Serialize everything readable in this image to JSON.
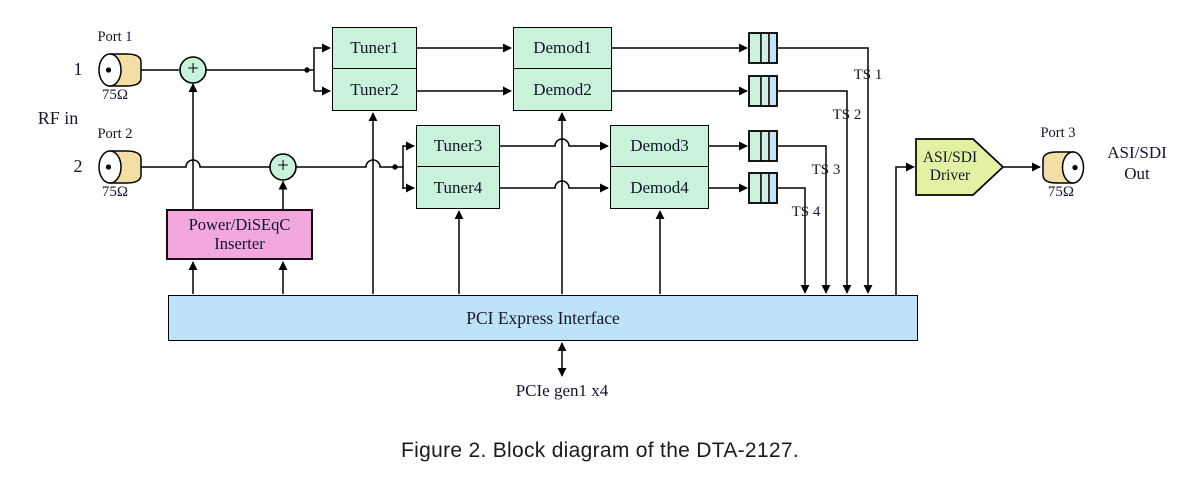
{
  "figure": {
    "caption": "Figure 2. Block diagram of the DTA-2127."
  },
  "diagram": {
    "rf_input_label": "RF in",
    "ports": {
      "port1": {
        "name": "Port 1",
        "number": "1",
        "impedance": "75Ω"
      },
      "port2": {
        "name": "Port 2",
        "number": "2",
        "impedance": "75Ω"
      },
      "port3": {
        "name": "Port 3",
        "impedance": "75Ω"
      }
    },
    "summing_junction_symbol": "+",
    "blocks": {
      "tuner1": "Tuner1",
      "tuner2": "Tuner2",
      "tuner3": "Tuner3",
      "tuner4": "Tuner4",
      "demod1": "Demod1",
      "demod2": "Demod2",
      "demod3": "Demod3",
      "demod4": "Demod4",
      "inserter": {
        "line1": "Power/DiSEqC",
        "line2": "Inserter"
      },
      "pci": "PCI Express Interface",
      "driver": {
        "line1": "ASI/SDI",
        "line2": "Driver"
      }
    },
    "ts_outputs": {
      "ts1": "TS 1",
      "ts2": "TS 2",
      "ts3": "TS 3",
      "ts4": "TS 4"
    },
    "asi_output": {
      "line1": "ASI/SDI",
      "line2": "Out"
    },
    "pcie_bus_label": "PCIe gen1 x4",
    "icons": {
      "fifo": "fifo-queue-icon",
      "coax_connector": "coax-connector-icon",
      "summing_junction": "summing-junction-icon"
    },
    "colors": {
      "block_green": "#c8f2da",
      "pci_blue": "#bee2f7",
      "inserter_pink": "#f2a8dc",
      "driver_yellow": "#e2f2a2",
      "connector_tan": "#f3dfa6",
      "fifo_cell_green": "#c8f2da",
      "fifo_cell_blue": "#c2e4f6",
      "wire": "#000000"
    }
  }
}
